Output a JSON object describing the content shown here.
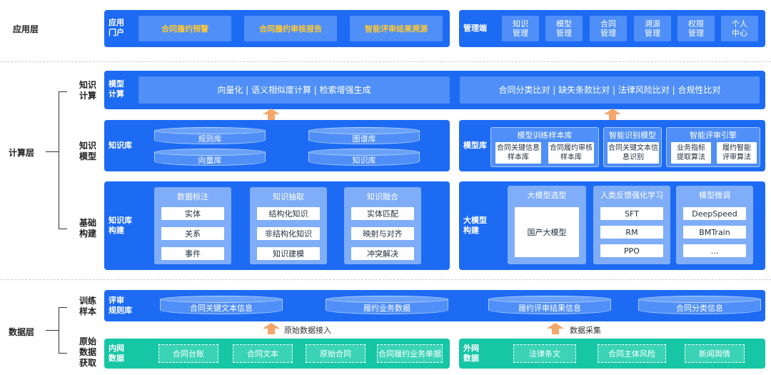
{
  "layers": {
    "app": "应用层",
    "compute": "计算层",
    "data": "数据层"
  },
  "sublayers": {
    "knowledge_compute": "知识\n计算",
    "knowledge_model": "知识\n模型",
    "base_build": "基础\n构建",
    "training_samples": "训练\n样本",
    "raw_data": "原始\n数据\n获取"
  },
  "app_portal": {
    "title": "应用\n门户",
    "items": [
      "合同履约预警",
      "合同履约审核报告",
      "智能评审结果溯源"
    ]
  },
  "admin": {
    "title": "管理端",
    "items": [
      "知识\n管理",
      "模型\n管理",
      "合同\n管理",
      "溯源\n管理",
      "权限\n管理",
      "个人\n中心"
    ]
  },
  "model_compute": {
    "title": "模型\n计算",
    "left": "向量化 | 语义相似度计算 | 检索增强生成",
    "right": "合同分类比对 | 缺失条款比对 | 法律风险比对 | 合规性比对"
  },
  "kb": {
    "title": "知识库",
    "cylinders": [
      "规则库",
      "图谱库",
      "向量库",
      "知识库"
    ]
  },
  "model_lib": {
    "title": "模型库",
    "groups": [
      {
        "title": "模型训练样本库",
        "items": [
          "合同关键信息\n样本库",
          "合同履约审核\n样本库"
        ]
      },
      {
        "title": "智能识别模型",
        "items": [
          "合同关键文本信\n息识别"
        ]
      },
      {
        "title": "智能评审引擎",
        "items": [
          "业务指标\n提取算法",
          "履约智能\n评审算法"
        ]
      }
    ]
  },
  "kb_build": {
    "title": "知识库\n构建",
    "groups": [
      {
        "title": "数据标注",
        "items": [
          "实体",
          "关系",
          "事件"
        ]
      },
      {
        "title": "知识抽取",
        "items": [
          "结构化知识",
          "非结构化知识",
          "知识建模"
        ]
      },
      {
        "title": "知识融合",
        "items": [
          "实体匹配",
          "映射与对齐",
          "冲突解决"
        ]
      }
    ]
  },
  "llm_build": {
    "title": "大模型\n构建",
    "groups": [
      {
        "title": "大模型选型",
        "items": [
          "国产大模型"
        ]
      },
      {
        "title": "人类反馈强化学习",
        "items": [
          "SFT",
          "RM",
          "PPO"
        ]
      },
      {
        "title": "模型微调",
        "items": [
          "DeepSpeed",
          "BMTrain",
          "..."
        ]
      }
    ]
  },
  "review_rules": {
    "title": "评审\n规则库",
    "cylinders": [
      "合同关键文本信息",
      "履约业务数据",
      "履约评审结果信息",
      "合同分类信息"
    ]
  },
  "arrows": {
    "raw_ingest": "原始数据接入",
    "collect": "数据采集"
  },
  "intranet": {
    "title": "内网\n数据",
    "items": [
      "合同台账",
      "合同文本",
      "原始合同",
      "合同履约业务单据"
    ]
  },
  "extranet": {
    "title": "外网\n数据",
    "items": [
      "法律条文",
      "合同主体风险",
      "新闻舆情"
    ]
  }
}
